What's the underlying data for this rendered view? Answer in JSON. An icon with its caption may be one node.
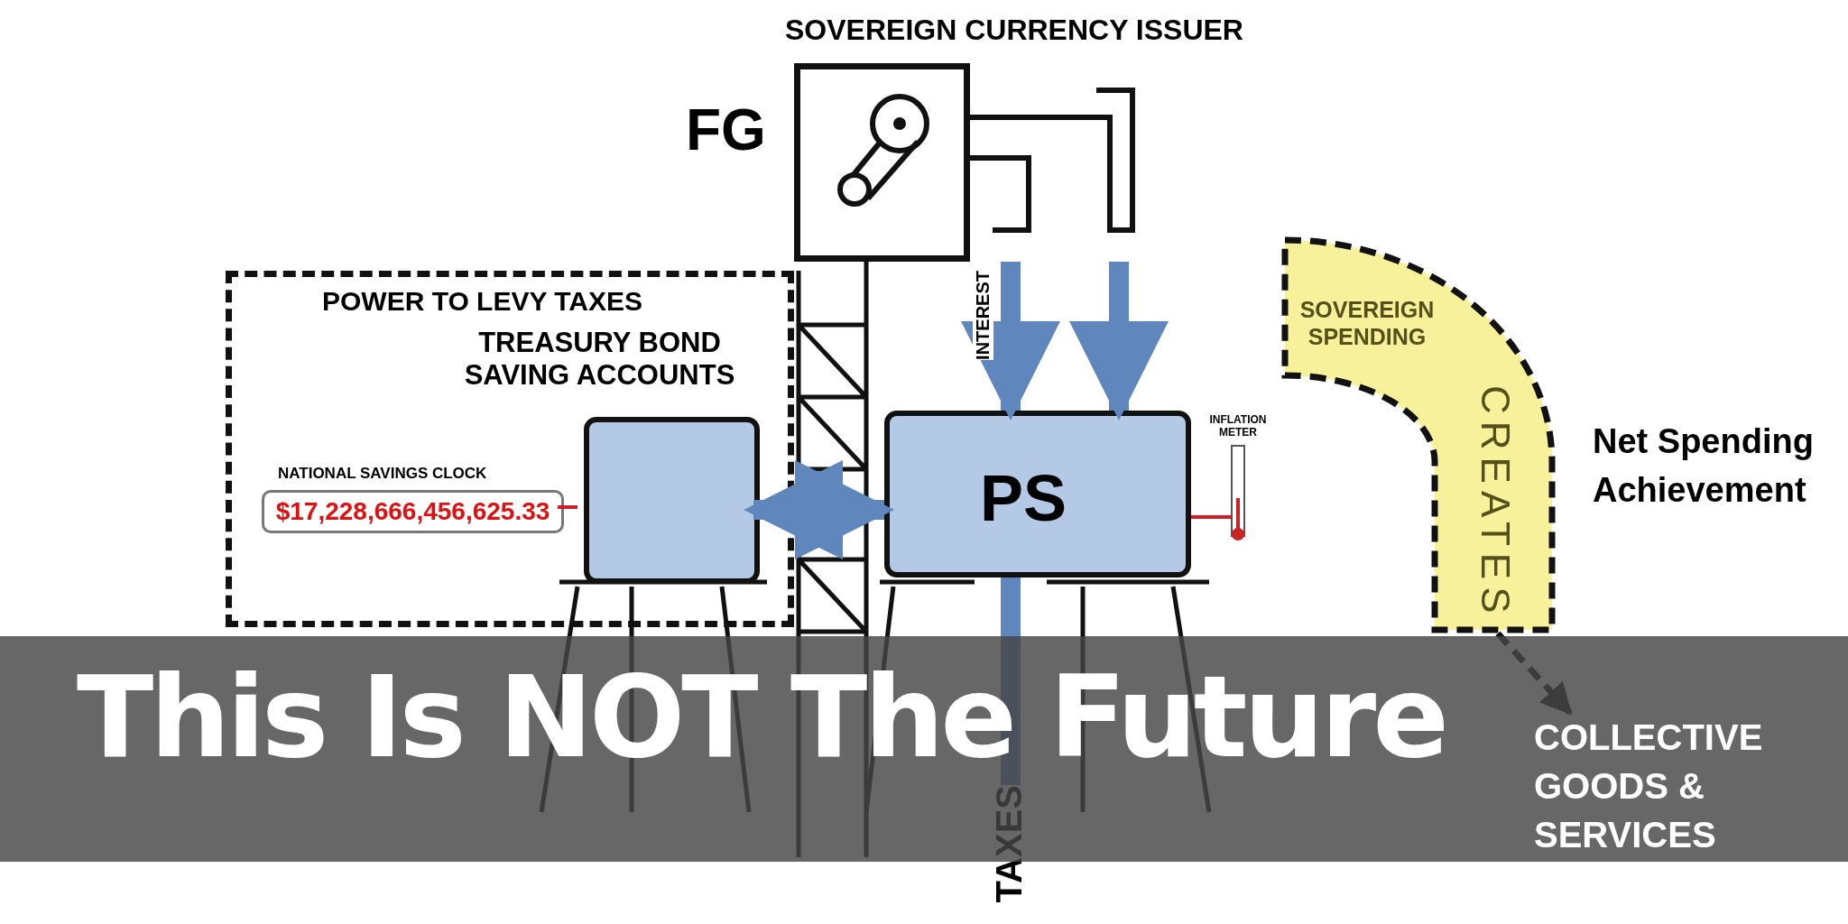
{
  "diagram": {
    "title": "This Is NOT The Future",
    "nodes": [
      {
        "text": [
          "POWER TO LEVY TAXES"
        ]
      },
      {
        "text": [
          "SOVEREIGN CURRENCY ISSUER",
          "FG"
        ]
      },
      {
        "text": [
          "TREASURY BOND SAVING ACCOUNTS"
        ],
        "in": 0
      },
      {
        "text": [
          "PS"
        ]
      },
      {
        "text": [
          "NATIONAL SAVINGS CLOCK",
          "$17,228,666,456,625.33"
        ],
        "in": 0
      },
      {
        "text": [
          "INFLATION METER"
        ]
      },
      {
        "text": [
          "SOVEREIGN SPENDING",
          "CREATES"
        ]
      },
      {
        "text": [
          "COLLECTIVE GOODS & SERVICES"
        ]
      },
      {
        "text": [
          "TAXES"
        ]
      }
    ],
    "edges": [
      {
        "from": 1,
        "to": 3,
        "label": "INTEREST",
        "arrow": "to"
      },
      {
        "from": 1,
        "to": 3,
        "arrow": "to"
      },
      {
        "from": 2,
        "to": 3,
        "arrow": "both"
      },
      {
        "from": 3,
        "to": 8,
        "arrow": "none"
      },
      {
        "from": 4,
        "to": 2,
        "arrow": "none",
        "color": "#cc1f2a"
      },
      {
        "from": 5,
        "to": 3,
        "arrow": "none",
        "color": "#cc1f2a"
      },
      {
        "from": 6,
        "to": 7,
        "arrow": "to",
        "style": "dashed",
        "color": "#111111"
      }
    ],
    "labels": [
      "Net Spending Achievement"
    ]
  }
}
